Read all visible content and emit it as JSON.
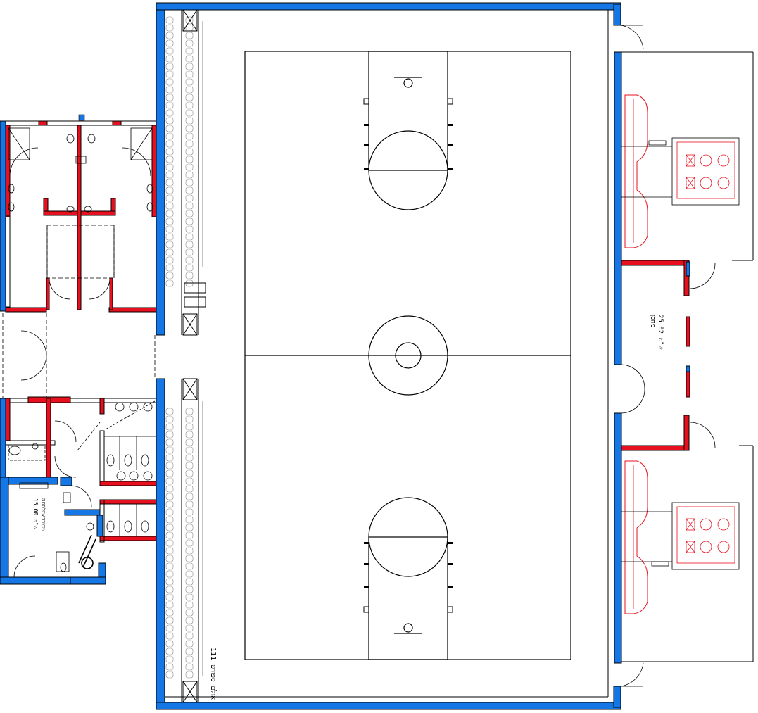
{
  "labels": {
    "hall": "אולם ספורט 111",
    "storage_name": "מחסן",
    "storage_area": "ש\"ט 25.02",
    "office_name": "משרד/מלתחה",
    "office_area": "ש\"ט 15.00"
  },
  "colors": {
    "exterior_wall": "#1577e6",
    "interior_wall": "#e8101e",
    "line": "#000000",
    "equipment": "#e8101e"
  },
  "icons": [
    "toilet-icon",
    "sink-icon",
    "door-swing-icon",
    "fan-icon",
    "hvac-unit-icon",
    "duct-icon",
    "basketball-hoop-icon"
  ]
}
